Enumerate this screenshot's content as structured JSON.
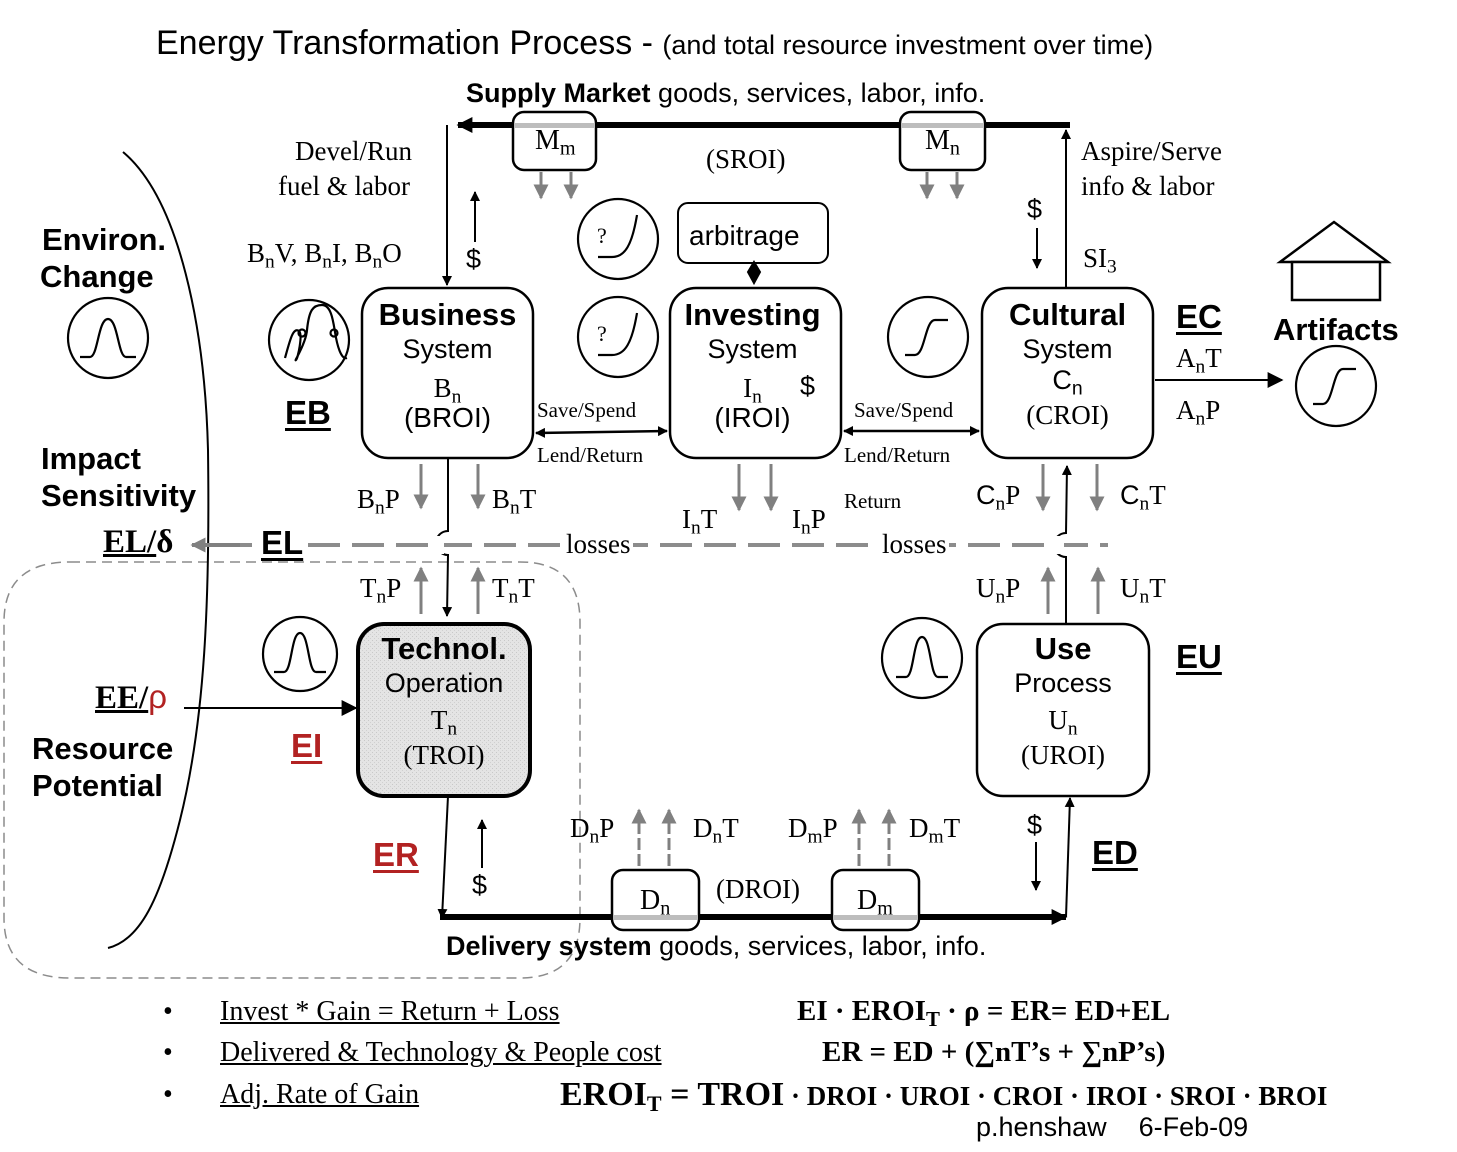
{
  "title": {
    "main": "Energy Transformation Process",
    "dash": " - ",
    "sub": "(and total resource investment over time)"
  },
  "supply_market": {
    "bold": "Supply Market",
    "rest": " goods, services, labor, info.",
    "nodes": [
      {
        "base": "M",
        "sub": "m"
      },
      {
        "base": "M",
        "sub": "n"
      }
    ],
    "roi": "(SROI)"
  },
  "delivery_system": {
    "bold": "Delivery system",
    "rest": " goods, services, labor, info.",
    "nodes": [
      {
        "base": "D",
        "sub": "n"
      },
      {
        "base": "D",
        "sub": "m"
      }
    ],
    "roi": "(DROI)"
  },
  "left_flow": {
    "line1": "Devel/Run",
    "line2": "fuel & labor",
    "dollar": "$"
  },
  "right_flow": {
    "line1": "Aspire/Serve",
    "line2": "info & labor",
    "si": "SI",
    "si_sub": "3",
    "dollar": "$"
  },
  "business_vars": {
    "text": "BnV, BnI, BnO",
    "parts": [
      {
        "base": "B",
        "sub": "n",
        "after": "V, "
      },
      {
        "base": "B",
        "sub": "n",
        "after": "I, "
      },
      {
        "base": "B",
        "sub": "n",
        "after": "O"
      }
    ]
  },
  "systems": {
    "business": {
      "title": "Business",
      "subtitle": "System",
      "var_base": "B",
      "var_sub": "n",
      "roi": "(BROI)"
    },
    "investing": {
      "title": "Investing",
      "subtitle": "System",
      "var_base": "I",
      "var_sub": "n",
      "roi": "(IROI)",
      "dollar": "$"
    },
    "cultural": {
      "title": "Cultural",
      "subtitle": "System",
      "var_base": "C",
      "var_sub": "n",
      "roi": "(CROI)"
    },
    "technol": {
      "title": "Technol.",
      "subtitle": "Operation",
      "var_base": "T",
      "var_sub": "n",
      "roi": "(TROI)"
    },
    "use": {
      "title": "Use",
      "subtitle": "Process",
      "var_base": "U",
      "var_sub": "n",
      "roi": "(UROI)"
    }
  },
  "arbitrage": "arbitrage",
  "exchange_labels": {
    "save_spend": "Save/Spend",
    "lend_return": "Lend/Return",
    "return": "Return"
  },
  "losses_label": "losses",
  "flow_labels": {
    "BnP": {
      "base": "B",
      "sub": "n",
      "after": "P"
    },
    "BnT": {
      "base": "B",
      "sub": "n",
      "after": "T"
    },
    "TnP": {
      "base": "T",
      "sub": "n",
      "after": "P"
    },
    "TnT": {
      "base": "T",
      "sub": "n",
      "after": "T"
    },
    "InT": {
      "base": "I",
      "sub": "n",
      "after": "T"
    },
    "InP": {
      "base": "I",
      "sub": "n",
      "after": "P"
    },
    "CnP": {
      "base": "C",
      "sub": "n",
      "after": "P"
    },
    "CnT": {
      "base": "C",
      "sub": "n",
      "after": "T"
    },
    "UnP": {
      "base": "U",
      "sub": "n",
      "after": "P"
    },
    "UnT": {
      "base": "U",
      "sub": "n",
      "after": "T"
    },
    "DnP": {
      "base": "D",
      "sub": "n",
      "after": "P"
    },
    "DnT": {
      "base": "D",
      "sub": "n",
      "after": "T"
    },
    "DmP": {
      "base": "D",
      "sub": "m",
      "after": "P"
    },
    "DmT": {
      "base": "D",
      "sub": "m",
      "after": "T"
    },
    "AnT": {
      "base": "A",
      "sub": "n",
      "after": "T"
    },
    "AnP": {
      "base": "A",
      "sub": "n",
      "after": "P"
    }
  },
  "energy_labels": {
    "EB": "EB",
    "EC": "EC",
    "EU": "EU",
    "ED": "ED",
    "EL": "EL",
    "EI": "EI",
    "ER": "ER",
    "EL_delta": {
      "main": "EL/",
      "symbol": "δ"
    },
    "EE_rho": {
      "main": "EE/",
      "symbol": "ρ"
    }
  },
  "side_labels": {
    "environ_change": [
      "Environ.",
      "Change"
    ],
    "impact_sensitivity": [
      "Impact",
      "Sensitivity"
    ],
    "resource_potential": [
      "Resource",
      "Potential"
    ],
    "artifacts": "Artifacts"
  },
  "curve_icons": {
    "question_mark": "?"
  },
  "colors": {
    "black": "#000000",
    "gray_flow": "#808080",
    "red_label": "#b22222",
    "techno_fill": "#e6e6e6",
    "dashed_region": "#8c8c8c"
  },
  "bullets": [
    {
      "text": "Invest * Gain = Return + Loss",
      "formula": "EI · EROI_T · ρ = ER= ED+EL"
    },
    {
      "text": "Delivered & Technology & People cost",
      "formula": "ER = ED + (∑nT’s + ∑nP’s)"
    },
    {
      "text": "Adj. Rate of Gain",
      "formula": "EROI_T = TROI · DROI · UROI · CROI · IROI · SROI · BROI"
    }
  ],
  "formulas": {
    "f1": {
      "a": "EI · EROI",
      "sub": "T",
      "b": " · ρ = ER= ED+EL"
    },
    "f2": "ER = ED + (∑nT’s + ∑nP’s)",
    "f3": {
      "a": "EROI",
      "sub": "T",
      "b": " = TROI",
      "c": " · DROI · UROI · CROI · IROI · SROI · BROI"
    }
  },
  "credit": {
    "author": "p.henshaw",
    "date": "6-Feb-09"
  }
}
